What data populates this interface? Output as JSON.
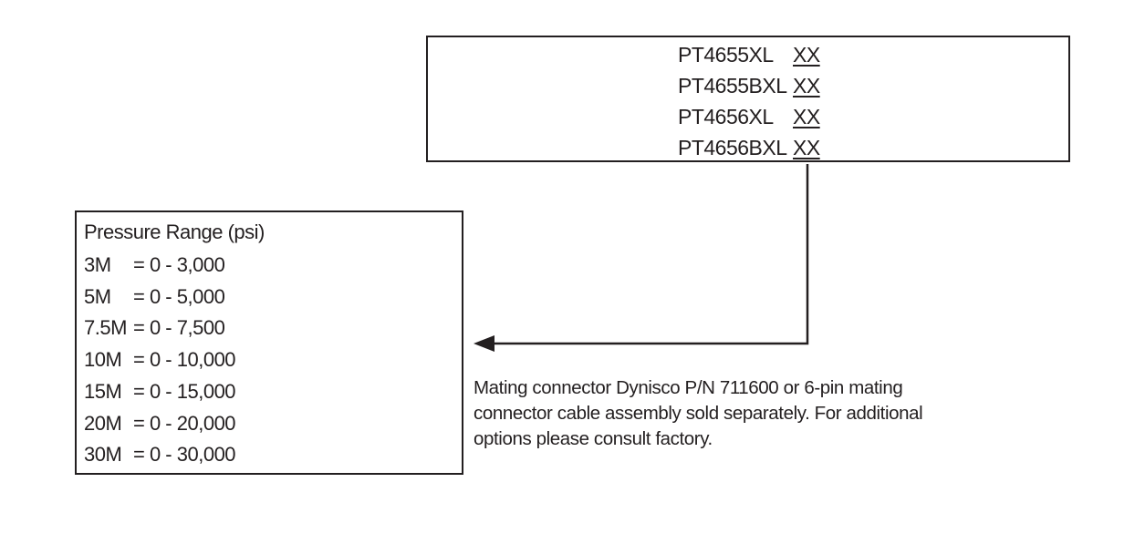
{
  "models": [
    {
      "code": "PT4655XL",
      "suffix": "XX"
    },
    {
      "code": "PT4655BXL",
      "suffix": "XX"
    },
    {
      "code": "PT4656XL",
      "suffix": "XX"
    },
    {
      "code": "PT4656BXL",
      "suffix": "XX"
    }
  ],
  "pressure_range": {
    "title": "Pressure Range (psi)",
    "rows": [
      {
        "code": "3M",
        "value": "= 0 - 3,000"
      },
      {
        "code": "5M",
        "value": "= 0 - 5,000"
      },
      {
        "code": "7.5M",
        "value": "= 0 - 7,500"
      },
      {
        "code": "10M",
        "value": "= 0 - 10,000"
      },
      {
        "code": "15M",
        "value": "= 0 - 15,000"
      },
      {
        "code": "20M",
        "value": "= 0 - 20,000"
      },
      {
        "code": "30M",
        "value": "= 0 - 30,000"
      }
    ]
  },
  "note": {
    "lines": [
      "Mating connector Dynisco P/N 711600 or 6-pin mating",
      "connector cable assembly sold separately. For additional",
      "options please consult factory."
    ]
  }
}
